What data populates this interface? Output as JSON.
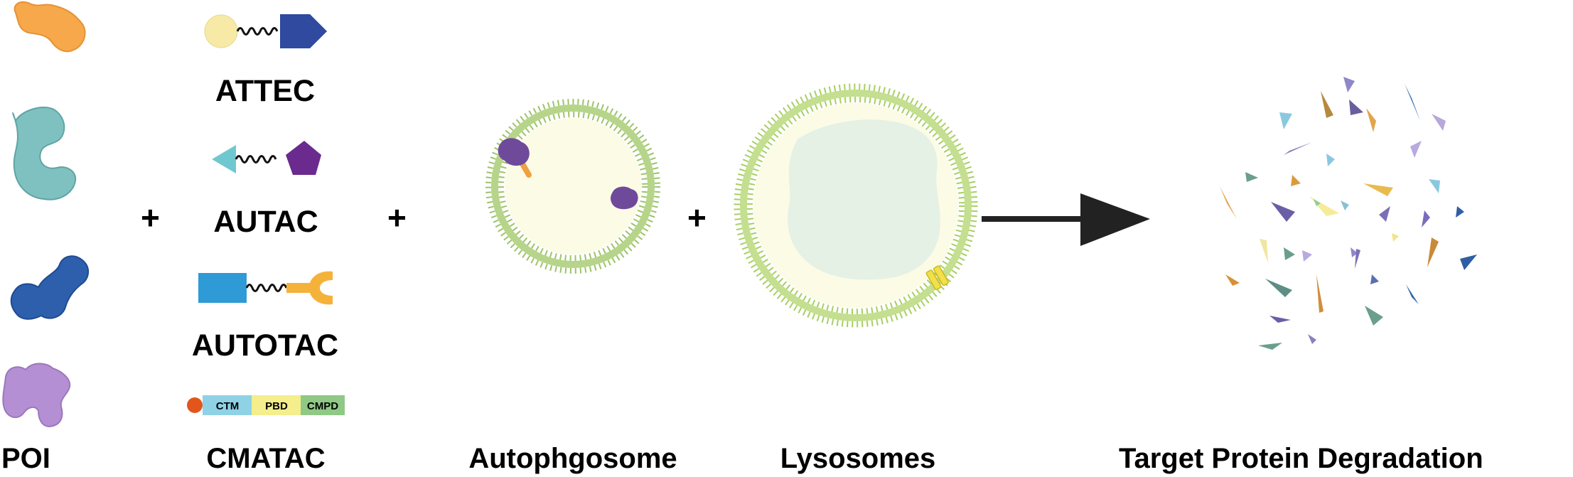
{
  "labels": {
    "poi": "POI",
    "cmatac": "CMATAC",
    "autophagosome": "Autophgosome",
    "lysosomes": "Lysosomes",
    "degradation": "Target Protein Degradation"
  },
  "chimeras": {
    "attec": "ATTEC",
    "autac": "AUTAC",
    "autotac": "AUTOTAC",
    "cmatac_segments": [
      "CTM",
      "PBD",
      "CMPD"
    ]
  },
  "operators": {
    "plus": "+"
  },
  "colors": {
    "poi_orange": "#f6a84a",
    "poi_teal": "#7fc1c0",
    "poi_blue": "#2d5fad",
    "poi_purple": "#b58fd3",
    "attec_ball": "#f7eaa6",
    "attec_pentagon": "#2f4a9e",
    "autac_triangle": "#6fc8d0",
    "autac_pentagon": "#6a2a8e",
    "autotac_rect": "#2e9ad6",
    "autotac_fork": "#f5b23b",
    "cmatac_dot": "#e2561b",
    "cmatac_ctm": "#8fd2e6",
    "cmatac_pbd": "#f4ee8c",
    "cmatac_cmpd": "#8fc985",
    "membrane": "#9dc36a",
    "vesicle_fill": "#fbfbe6",
    "lysosome_core": "#e4f1e4",
    "cargo_purple": "#6f4a9a",
    "arrow": "#222222"
  }
}
